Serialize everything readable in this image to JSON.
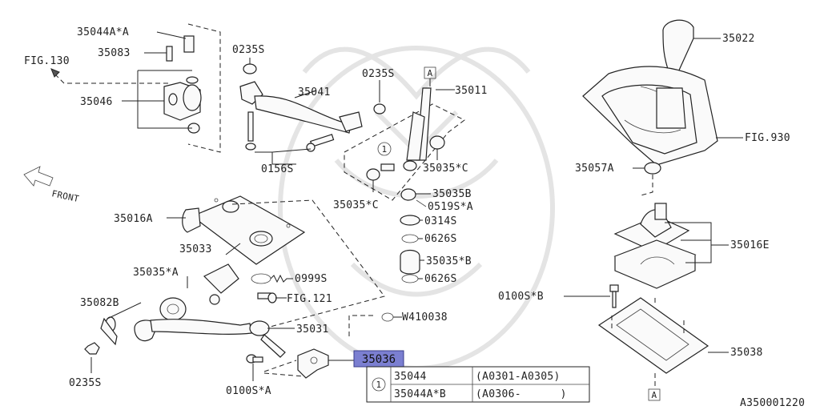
{
  "labels": {
    "p35044A_A": "35044A*A",
    "p35083": "35083",
    "fig130": "FIG.130",
    "p35046": "35046",
    "p0235S_1": "0235S",
    "p35041": "35041",
    "p0235S_2": "0235S",
    "p35011": "35011",
    "p0156S": "0156S",
    "p35035_C_1": "35035*C",
    "p35035_C_2": "35035*C",
    "p35035B": "35035B",
    "p0519S_A": "0519S*A",
    "p0314S": "0314S",
    "p0626S_1": "0626S",
    "p35035_B": "35035*B",
    "p0626S_2": "0626S",
    "p35016A": "35016A",
    "p35033": "35033",
    "p35035_A": "35035*A",
    "p0999S": "0999S",
    "fig121": "FIG.121",
    "p35082B": "35082B",
    "pW410038": "W410038",
    "p35031": "35031",
    "p0235S_3": "0235S",
    "p0100S_A": "0100S*A",
    "p35022": "35022",
    "fig930": "FIG.930",
    "p35057A": "35057A",
    "p35016E": "35016E",
    "p0100S_B": "0100S*B",
    "p35038": "35038",
    "front": "FRONT",
    "refA_top": "A",
    "refA_bottom": "A",
    "circle1_main": "1",
    "diagram_id": "A350001220"
  },
  "highlight": {
    "part": "35036",
    "color": "#7b7fd1"
  },
  "table": {
    "circle": "1",
    "rows": [
      {
        "part": "35044",
        "range": "(A0301-A0305)"
      },
      {
        "part": "35044A*B",
        "range": "(A0306-      )"
      }
    ]
  }
}
